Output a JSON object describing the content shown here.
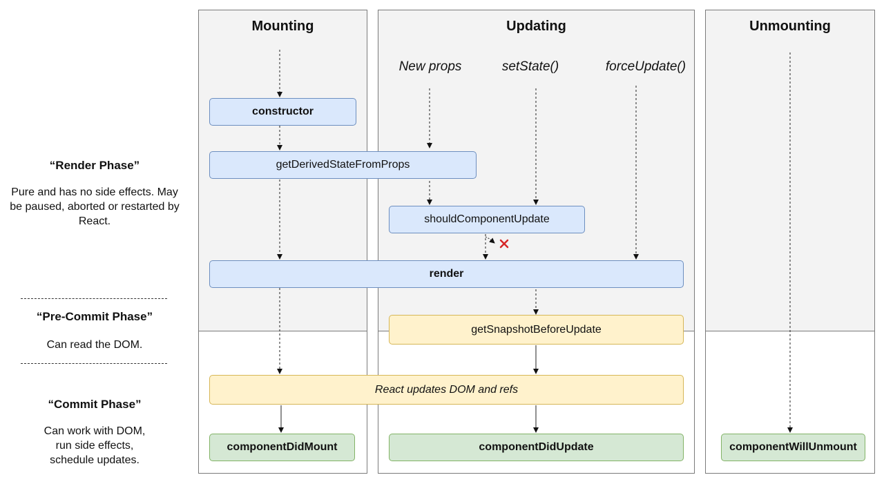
{
  "columns": {
    "mounting": "Mounting",
    "updating": "Updating",
    "unmounting": "Unmounting"
  },
  "triggers": {
    "new_props": "New props",
    "set_state": "setState()",
    "force_update": "forceUpdate()"
  },
  "methods": {
    "constructor": "constructor",
    "get_derived_state": "getDerivedStateFromProps",
    "should_update": "shouldComponentUpdate",
    "render": "render",
    "get_snapshot": "getSnapshotBeforeUpdate",
    "react_updates": "React updates DOM and refs",
    "did_mount": "componentDidMount",
    "did_update": "componentDidUpdate",
    "will_unmount": "componentWillUnmount"
  },
  "phases": {
    "render": {
      "title": "“Render Phase”",
      "description": "Pure and has no side effects. May be paused, aborted or restarted by React."
    },
    "pre_commit": {
      "title": "“Pre-Commit Phase”",
      "description": "Can read the DOM."
    },
    "commit": {
      "title": "“Commit Phase”",
      "description": "Can work with DOM, run side effects, schedule updates."
    }
  },
  "colors": {
    "render_phase_box": "#dae8fc",
    "pre_commit_box": "#fff2cc",
    "commit_box": "#d5e8d4",
    "cancel_mark": "#d62728"
  }
}
